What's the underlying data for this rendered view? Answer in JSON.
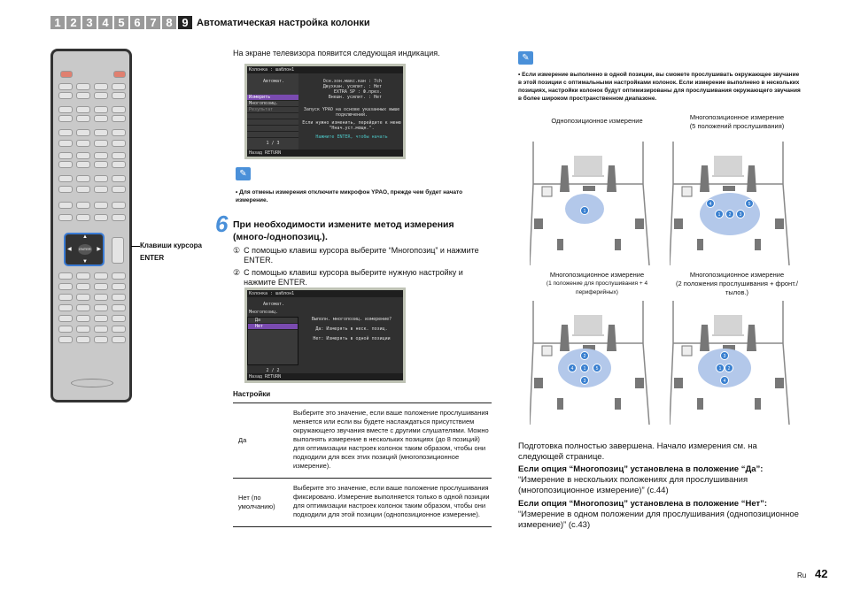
{
  "header": {
    "tabs": [
      "1",
      "2",
      "3",
      "4",
      "5",
      "6",
      "7",
      "8",
      "9"
    ],
    "active_index": 8,
    "title": "Автоматическая настройка колонки"
  },
  "remote": {
    "callout_label": "Клавиши курсора",
    "enter_label": "ENTER",
    "enter_key": "ENTER"
  },
  "intro": "На экране телевизора появится следующая индикация.",
  "screen1": {
    "header": "Колонка : шаблон1",
    "mode": "Автомат.",
    "menu": [
      "Измерить",
      "Многопозиц.",
      "Результат",
      "",
      "",
      "",
      ""
    ],
    "page": "1 / 3",
    "info": [
      "Осн.зон.макс.кан : 7ch",
      "Двухкан. усилит. : Нет",
      "EXTRA SP : Ф.през.",
      "Внешн. усилит. : Нет"
    ],
    "msg1": "Запуск YPAO на основе указанных выше подключений.",
    "msg2": "Если нужно изменить, перейдите к меню \"Ннач.уст.мощн.\".",
    "action": "Нажмите ENTER, чтобы начать",
    "footer": "Назад RETURN"
  },
  "tip1": "Для отмены измерения отключите микрофон YPAO, прежде чем будет начато измерение.",
  "step": {
    "number": "6",
    "title": "При необходимости измените метод измерения (много-/однопозиц.).",
    "items": [
      {
        "marker": "①",
        "text": "С помощью клавиш курсора выберите “Многопозиц” и нажмите ENTER."
      },
      {
        "marker": "②",
        "text": "С помощью клавиш курсора выберите нужную настройку и нажмите ENTER."
      }
    ]
  },
  "screen2": {
    "header": "Колонка : шаблон1",
    "mode": "Автомат.",
    "label": "Многопозиц.",
    "options": [
      "Да",
      "Нет"
    ],
    "selected": 1,
    "page": "2 / 2",
    "info": [
      "Выполн. многопозиц. измерение?",
      "Да:  Измерять в неск. позиц.",
      "Нет:  Измерять в одной позиции"
    ],
    "footer": "Назад RETURN"
  },
  "settings": {
    "title": "Настройки",
    "rows": [
      {
        "option": "Да",
        "desc": "Выберите это значение, если ваше положение прослушивания меняется или если вы будете наслаждаться присутствием окружающего звучания вместе с другими слушателями. Можно выполнять измерение в нескольких позициях (до 8 позиций) для оптимизации настроек колонок таким образом, чтобы они подходили для всех этих позиций (многопозиционное измерение)."
      },
      {
        "option": "Нет (по умолчанию)",
        "desc": "Выберите это значение, если ваше положение прослушивания фиксировано. Измерение выполняется только в одной позиции для оптимизации настроек колонок таким образом, чтобы они подходили для этой позиции (однопозиционное измерение)."
      }
    ]
  },
  "tip2": "Если измерение выполнено в одной позиции, вы сможете прослушивать окружающее звучание в этой позиции с оптимальными настройками колонок. Если измерение выполнено в нескольких позициях, настройки колонок будут оптимизированы для прослушивания окружающего звучания в более широком пространственном диапазоне.",
  "diagrams": [
    {
      "label": "Однопозиционное измерение",
      "sub": "",
      "mics": [
        "1"
      ]
    },
    {
      "label": "Многопозиционное измерение",
      "sub": "(5 положений прослушивания)",
      "mics": [
        "1",
        "2",
        "3",
        "4",
        "5"
      ]
    },
    {
      "label": "Многопозиционное измерение",
      "sub": "(1 положение для прослушивания + 4 периферийных)",
      "mics": [
        "1",
        "2",
        "3",
        "4",
        "5"
      ]
    },
    {
      "label": "Многопозиционное измерение",
      "sub": "(2 положения прослушивания + фронт./тылов.)",
      "mics": [
        "1",
        "2",
        "3",
        "4"
      ]
    }
  ],
  "done": "Подготовка полностью завершена. Начало измерения см. на следующей странице.",
  "notes": [
    {
      "title": "Если опция “Многопозиц” установлена в положение “Да”:",
      "text": "“Измерение в нескольких положениях для прослушивания (многопозиционное измерение)” (c.44)"
    },
    {
      "title": "Если опция “Многопозиц” установлена в положение “Нет”:",
      "text": "“Измерение в одном положении для прослушивания (однопозиционное измерение)” (c.43)"
    }
  ],
  "footer": {
    "lang": "Ru",
    "page": "42"
  },
  "colors": {
    "accent": "#4a90d9",
    "tab": "#9a9a9a",
    "tab_active": "#222222",
    "select": "#7a4bb0"
  }
}
